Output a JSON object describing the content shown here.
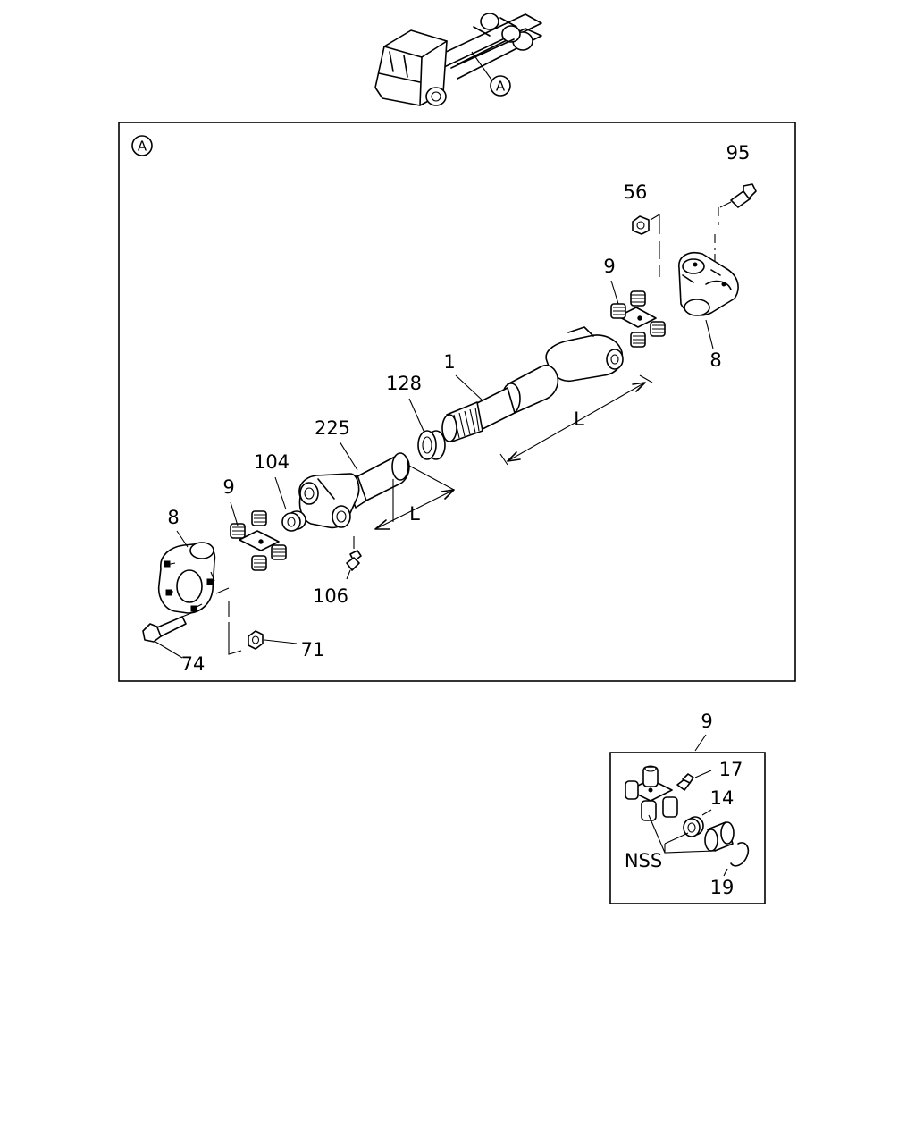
{
  "callout_A": "A",
  "main_panel_tag": "A",
  "labels": {
    "p1": "1",
    "p8_right": "8",
    "p8_left": "8",
    "p9_right": "9",
    "p9_left": "9",
    "p14": "14",
    "p17": "17",
    "p19": "19",
    "p56": "56",
    "p71": "71",
    "p74": "74",
    "p95": "95",
    "p104": "104",
    "p106": "106",
    "p128": "128",
    "p225": "225",
    "dim_L_upper": "L",
    "dim_L_lower": "L",
    "detail_title": "9",
    "nss": "NSS"
  }
}
